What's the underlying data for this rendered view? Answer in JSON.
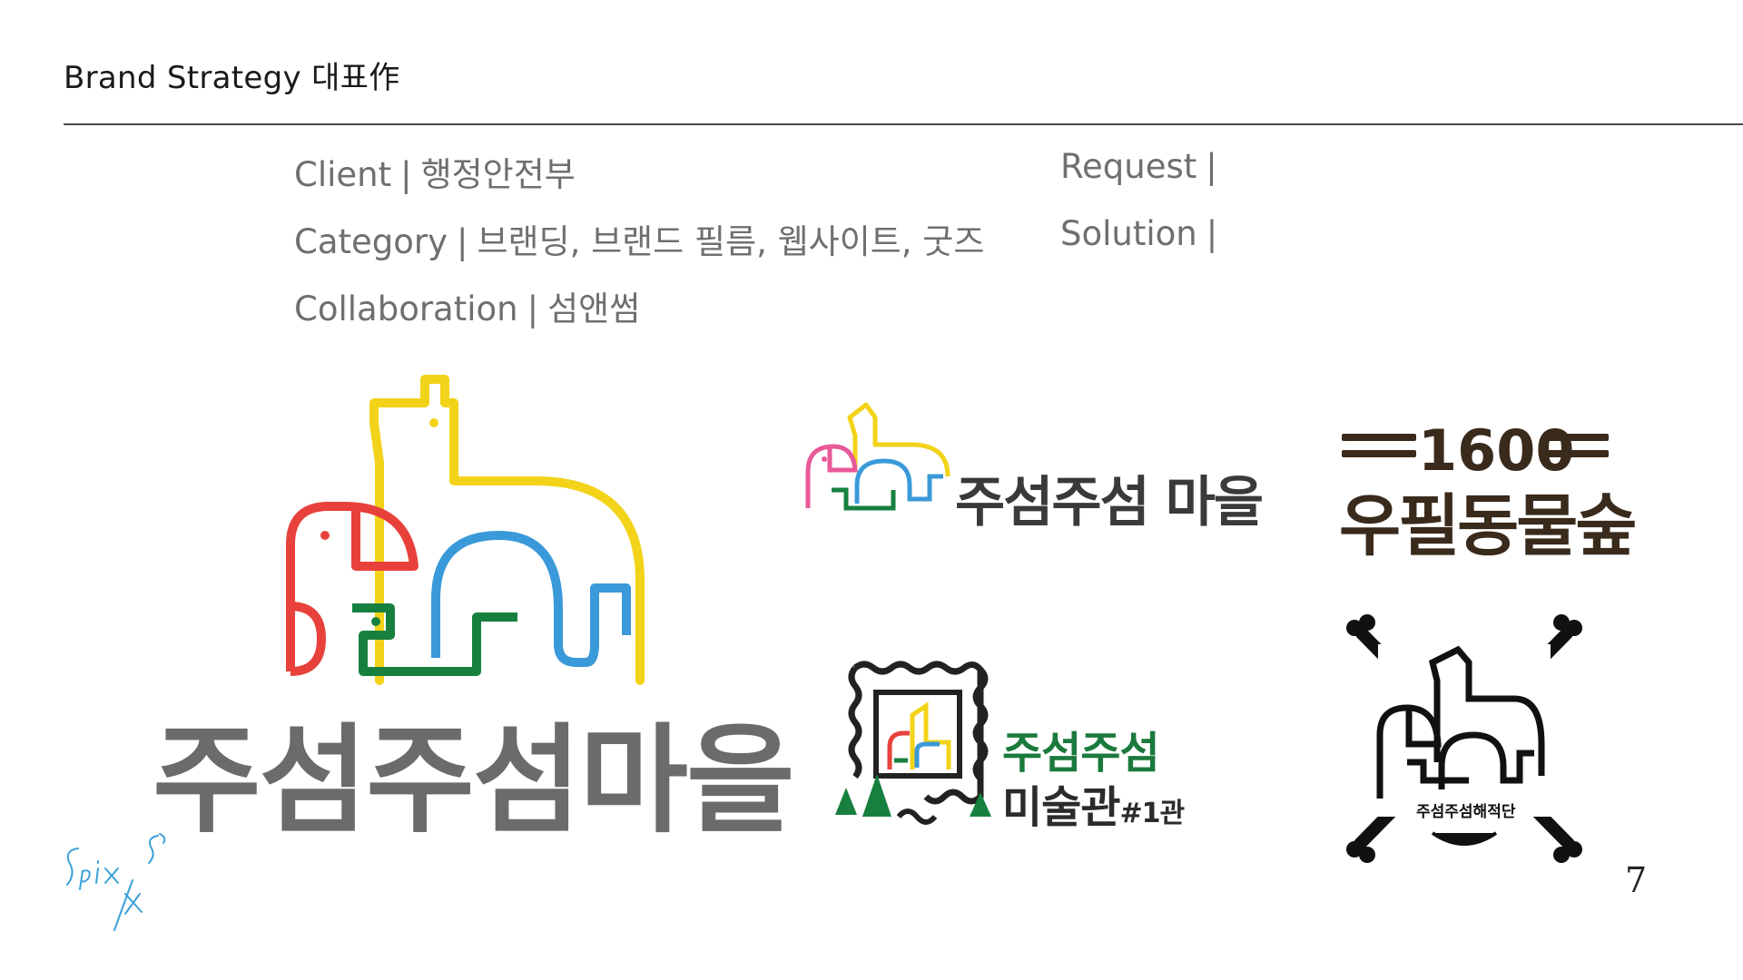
{
  "header": {
    "title": "Brand Strategy 대표作"
  },
  "meta": {
    "client_label": "Client",
    "client_value": "행정안전부",
    "category_label": "Category",
    "category_value": "브랜딩, 브랜드 필름, 웹사이트, 굿즈",
    "collab_label": "Collaboration",
    "collab_value": "섬앤썸",
    "request_label": "Request",
    "request_value": "",
    "solution_label": "Solution",
    "solution_value": "",
    "separator": "|"
  },
  "logos": {
    "main_wordmark": "주섬주섬마을",
    "small_wordmark": "주섬주섬 마을",
    "museum_line1": "주섬주섬",
    "museum_line2": "미술관",
    "museum_suffix": "#1관",
    "forest_number": "1600",
    "forest_name": "우필동물숲",
    "squad_label": "주섬주섬해적단"
  },
  "page": {
    "number": "7"
  },
  "colors": {
    "yellow": "#f2d319",
    "red": "#e8413c",
    "blue": "#3a9ad9",
    "green": "#17803f",
    "pink": "#e85a9a",
    "gray_text": "#6f6f6f",
    "brown": "#3a2a1c",
    "signature_blue": "#3aa0d8"
  }
}
